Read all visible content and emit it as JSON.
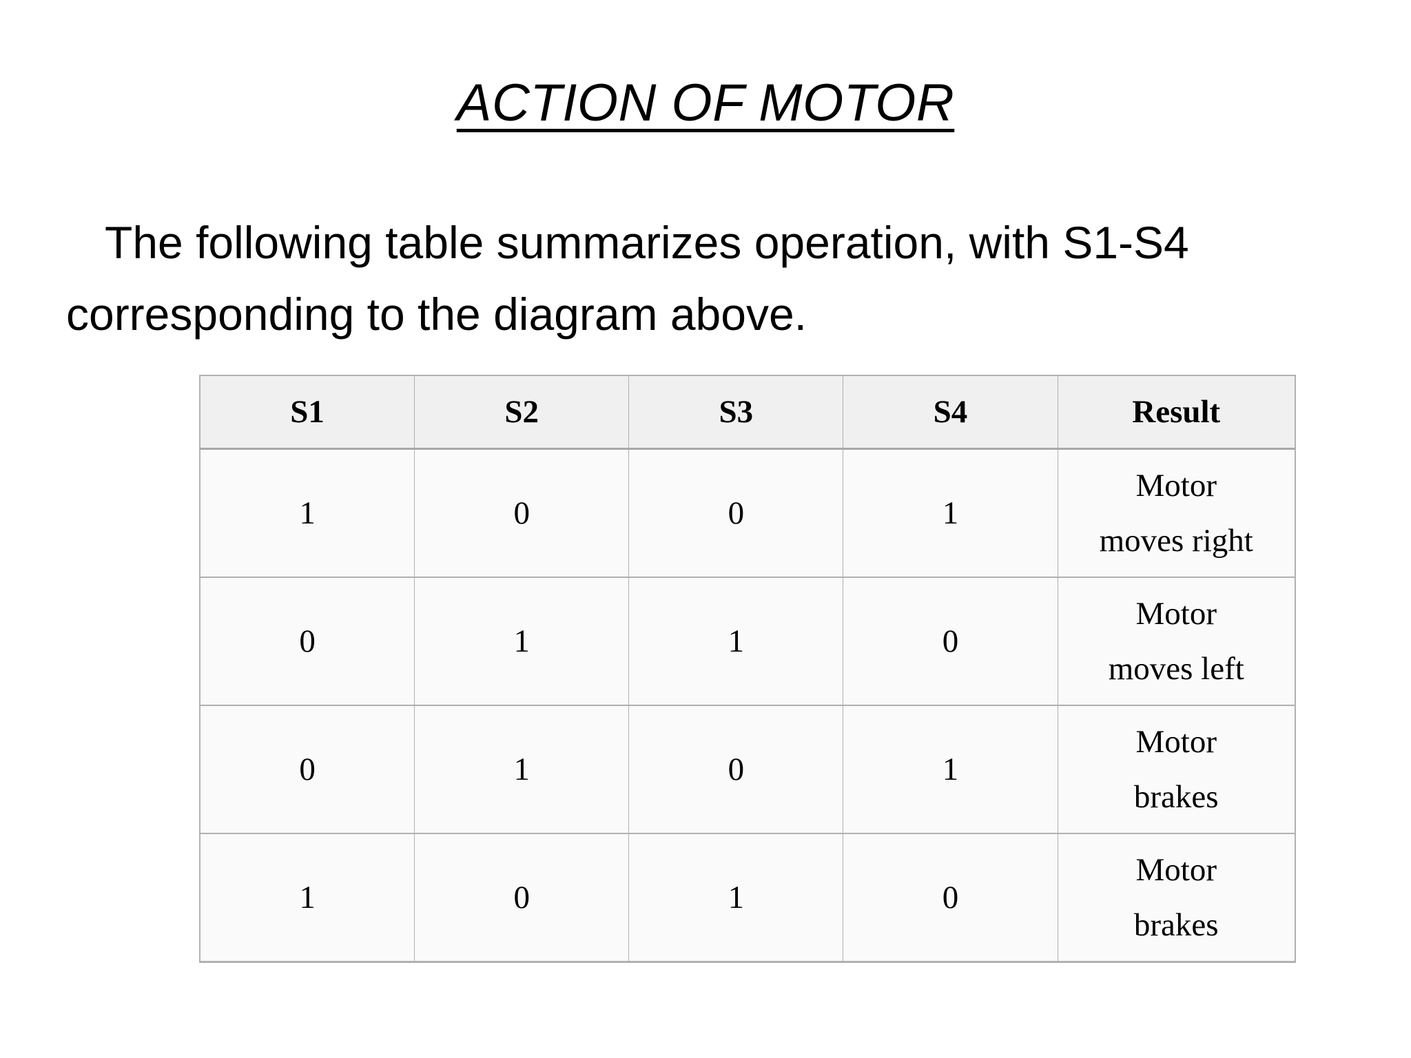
{
  "slide": {
    "title": "ACTION OF MOTOR",
    "body_text": "The following table summarizes operation, with S1-S4 corresponding to the diagram above.",
    "background_color": "#ffffff",
    "text_color": "#000000"
  },
  "table": {
    "border_color": "#b0b0b0",
    "header_background": "#f0f0f0",
    "cell_background": "#fafafa",
    "headers": [
      "S1",
      "S2",
      "S3",
      "S4",
      "Result"
    ],
    "rows": [
      {
        "s1": "1",
        "s2": "0",
        "s3": "0",
        "s4": "1",
        "result_line1": "Motor",
        "result_line2": "moves right"
      },
      {
        "s1": "0",
        "s2": "1",
        "s3": "1",
        "s4": "0",
        "result_line1": "Motor",
        "result_line2": "moves left"
      },
      {
        "s1": "0",
        "s2": "1",
        "s3": "0",
        "s4": "1",
        "result_line1": "Motor",
        "result_line2": "brakes"
      },
      {
        "s1": "1",
        "s2": "0",
        "s3": "1",
        "s4": "0",
        "result_line1": "Motor",
        "result_line2": "brakes"
      }
    ]
  }
}
